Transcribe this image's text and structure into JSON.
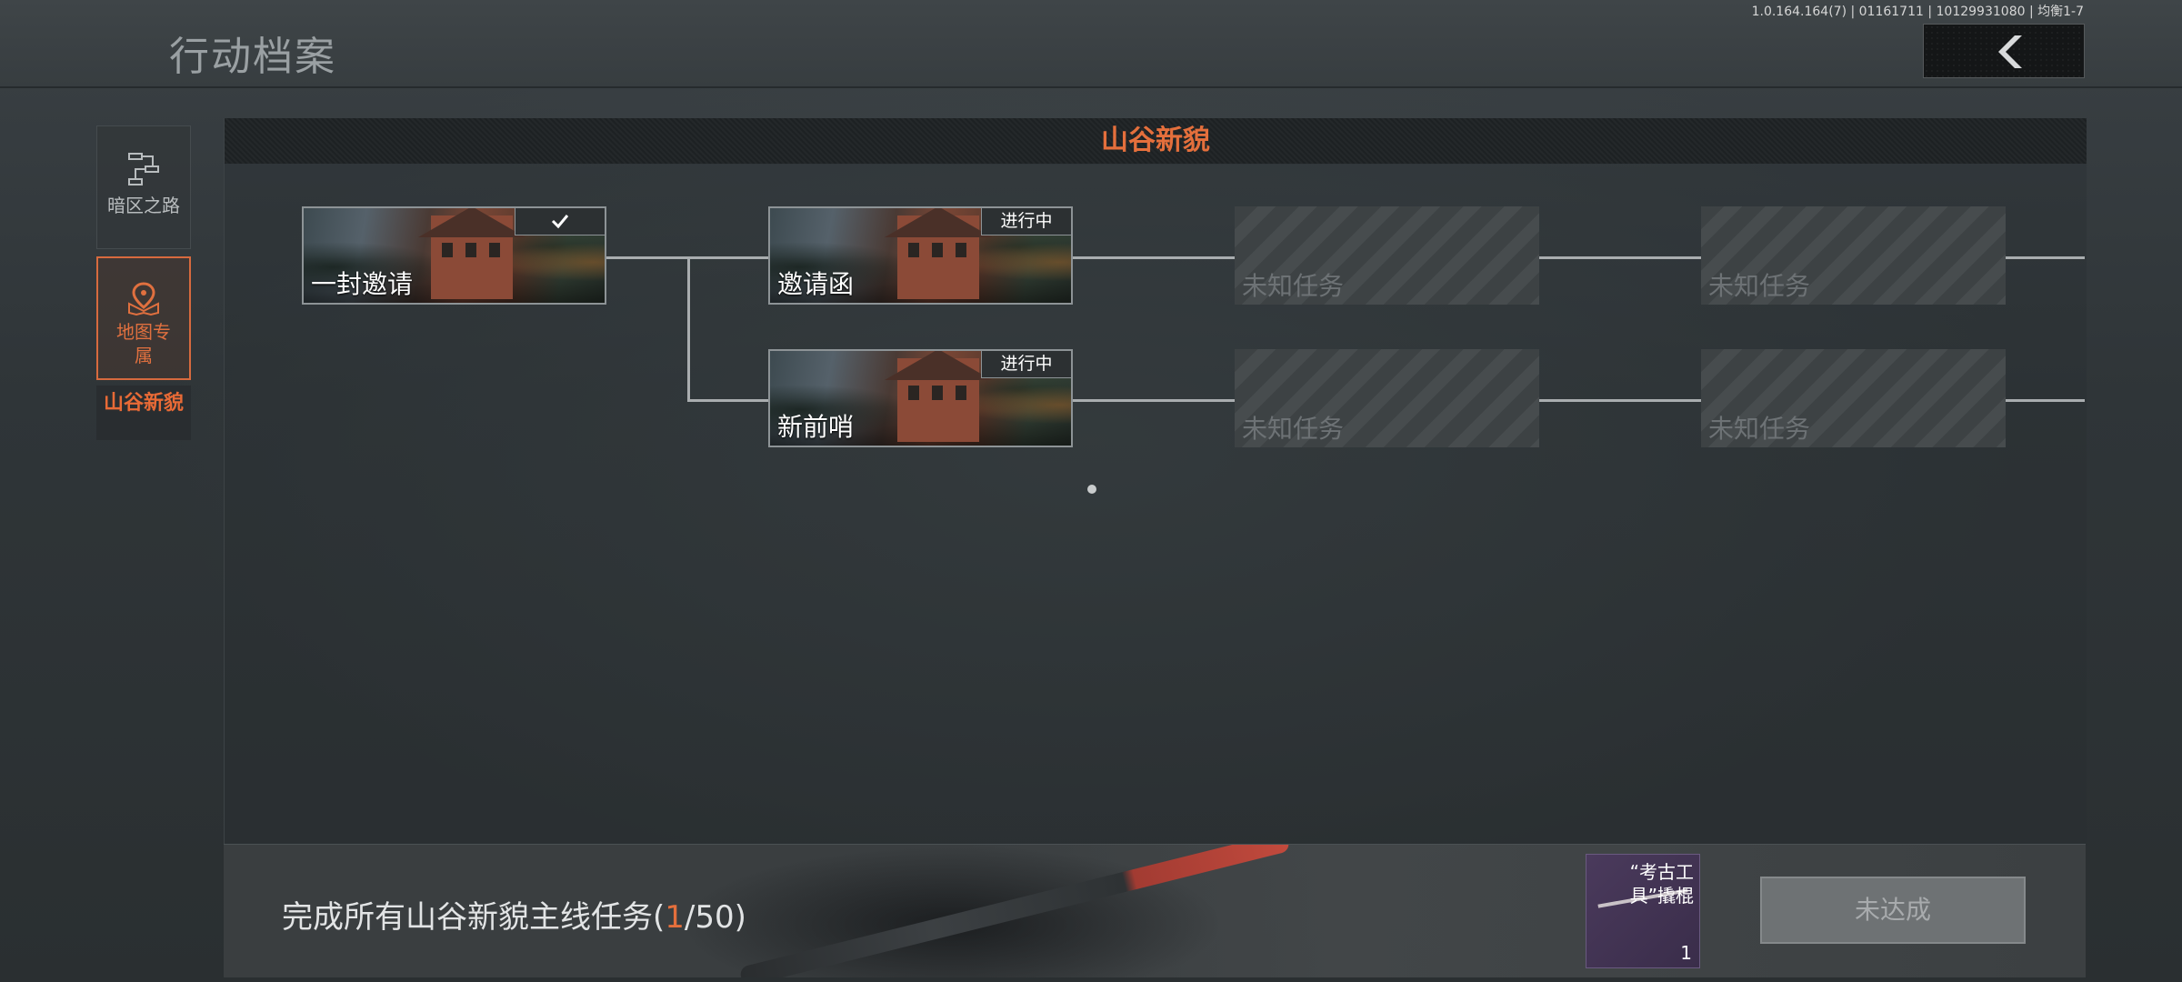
{
  "header": {
    "title": "行动档案",
    "version_info": "1.0.164.164(7) | 01161711 | 10129931080 | 均衡1-7",
    "back_icon": "chevron-left-icon"
  },
  "sidebar": {
    "items": [
      {
        "label": "暗区之路",
        "icon": "route-icon",
        "active": false
      },
      {
        "label": "地图专属",
        "icon": "map-pin-icon",
        "active": true
      }
    ],
    "sub_selected": "山谷新貌"
  },
  "panel": {
    "title": "山谷新貌",
    "nodes": [
      {
        "name": "一封邀请",
        "status": "completed",
        "badge_icon": "checkmark-icon"
      },
      {
        "name": "邀请函",
        "status": "in_progress",
        "badge": "进行中"
      },
      {
        "name": "新前哨",
        "status": "in_progress",
        "badge": "进行中"
      },
      {
        "name": "未知任务",
        "status": "locked"
      },
      {
        "name": "未知任务",
        "status": "locked"
      },
      {
        "name": "未知任务",
        "status": "locked"
      },
      {
        "name": "未知任务",
        "status": "locked"
      }
    ]
  },
  "goal": {
    "prefix": "完成所有山谷新貌主线任务(",
    "current": "1",
    "sep_total": "/50)"
  },
  "reward": {
    "name": "“考古工具”撬棍",
    "count": "1"
  },
  "claim_button": {
    "label": "未达成",
    "enabled": false
  },
  "colors": {
    "accent": "#e46f3c",
    "background": "#2e3336",
    "reward_bg": "#4a3a5c"
  }
}
